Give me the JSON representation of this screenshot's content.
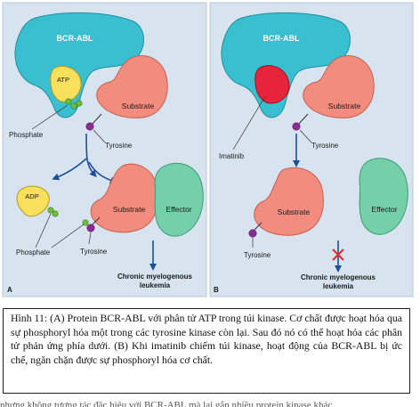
{
  "panel_a": {
    "panel_label": "A",
    "bcr_abl": "BCR-ABL",
    "atp": "ATP",
    "substrate": "Substrate",
    "tyrosine": "Tyrosine",
    "phosphate": "Phosphate",
    "adp": "ADP",
    "substrate_2": "Substrate",
    "effector": "Effector",
    "phosphate_2": "Phosphate",
    "tyrosine_2": "Tyrosine",
    "outcome_line1": "Chronic myelogenous",
    "outcome_line2": "leukemia"
  },
  "panel_b": {
    "panel_label": "B",
    "bcr_abl": "BCR-ABL",
    "substrate": "Substrate",
    "tyrosine": "Tyrosine",
    "imatinib": "Imatinib",
    "substrate_2": "Substrate",
    "effector": "Effector",
    "tyrosine_2": "Tyrosine",
    "outcome_line1": "Chronic myelogenous",
    "outcome_line2": "leukemia"
  },
  "caption": "Hình 11: (A) Protein BCR-ABL với phân tử ATP trong túi kinase. Cơ chất được hoạt hóa qua sự phosphoryl hóa một trong các tyrosine kinase còn lại. Sau đó nó có thể hoạt hóa các phân tử phản ứng phía dưới. (B) Khi imatinib chiếm túi kinase, hoạt động của BCR-ABL bị ức chế, ngăn chặn được sự phosphoryl hóa cơ chất.",
  "cutoff_text": "nhưng không tương tác đặc hiệu với BCR-ABL mà lại gắn nhiều protein kinase khác",
  "colors": {
    "panel_bg": "#d7e3ee",
    "bcr_abl": "#39bfd0",
    "substrate": "#f28c7e",
    "effector": "#75cfa9",
    "atp": "#f8df5c",
    "imatinib": "#e8233c",
    "tyrosine": "#8a2a94",
    "phosphate": "#6cbf3c",
    "arrow": "#1e4f9c",
    "block_x": "#e52a2a"
  }
}
